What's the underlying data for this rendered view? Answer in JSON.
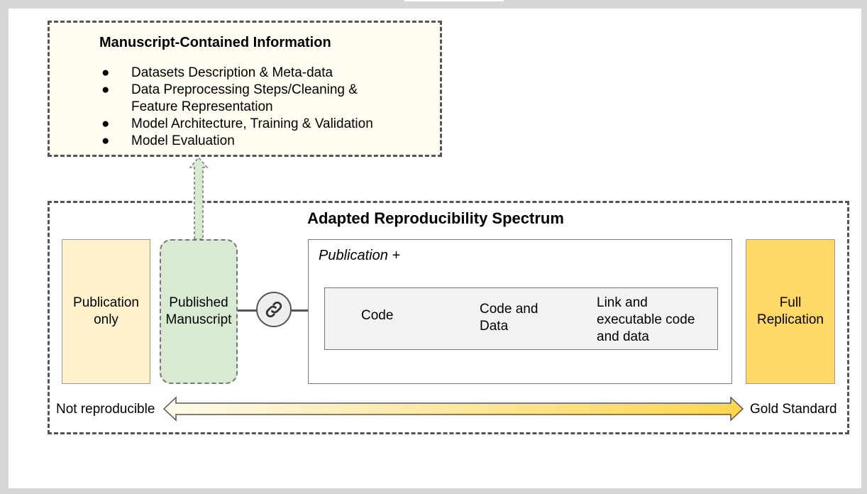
{
  "info_panel": {
    "title": "Manuscript-Contained Information",
    "bullet_glyph": "●",
    "items": [
      "Datasets Description & Meta-data",
      "Data Preprocessing Steps/Cleaning &",
      "Feature Representation",
      "Model Architecture, Training & Validation",
      "Model Evaluation"
    ]
  },
  "spectrum": {
    "title": "Adapted Reproducibility Spectrum",
    "publication_only": [
      "Publication",
      "only"
    ],
    "published_manuscript": [
      "Published",
      "Manuscript"
    ],
    "publication_plus": "Publication +",
    "options": {
      "code": [
        "Code"
      ],
      "code_and_data": [
        "Code and",
        "Data"
      ],
      "link_exec": [
        "Link and",
        "executable code",
        "and data"
      ]
    },
    "full_replication": [
      "Full",
      "Replication"
    ],
    "left_end": "Not reproducible",
    "right_end": "Gold Standard"
  },
  "icons": {
    "link": "link-icon"
  },
  "colors": {
    "info_bg": "#fffcf2",
    "pub_only": "#fef2cd",
    "published": "#d9ead3",
    "full": "#ffd966",
    "inner": "#f2f2f2",
    "arrow_start": "#fff8e1",
    "arrow_end": "#ffd54f"
  }
}
